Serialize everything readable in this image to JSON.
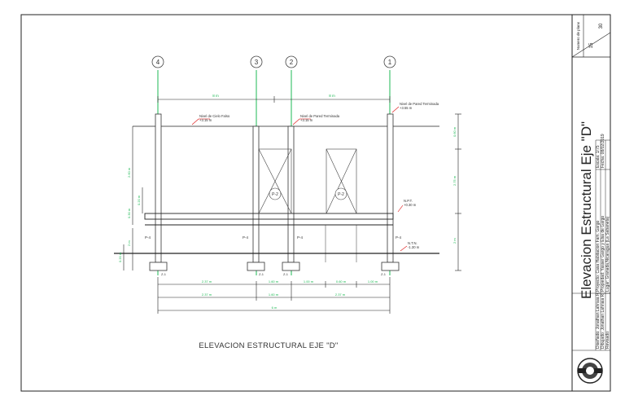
{
  "drawing": {
    "title": "ELEVACION ESTRUCTURAL EJE \"D\"",
    "axes": [
      "4",
      "3",
      "2",
      "1"
    ],
    "level_labels": [
      {
        "name": "Nivel de Cielo Falso",
        "value": "+3.15 m"
      },
      {
        "name": "Nivel de Pared Terminada",
        "value": "+3.15 m"
      },
      {
        "name": "Nivel de Pared Terminada",
        "value": "+3.55 m"
      },
      {
        "name": "N.P.T.",
        "value": "+0.30 m"
      },
      {
        "name": "N.T.N.",
        "value": "-1.30 m"
      }
    ],
    "column_labels": [
      "P-4",
      "P-4",
      "P-4",
      "P-4"
    ],
    "footing_labels": [
      "Z-1",
      "Z-1",
      "Z-1",
      "Z-1"
    ],
    "door_labels": [
      "P-2",
      "P-2"
    ],
    "top_dims": [
      "8 m",
      "8 m"
    ],
    "right_dims": [
      "0.60 m",
      "2.75 m",
      "2 m"
    ],
    "left_dims": [
      "2.60 m",
      "0.20 m",
      "0.30 m",
      "2 m",
      "0.20 m"
    ],
    "bottom_row1": [
      "2.37 m",
      "1.60 m",
      "1.00 m",
      "0.60 m",
      "1.00 m"
    ],
    "bottom_row2": [
      "2.37 m",
      "1.60 m",
      "2.37 m"
    ],
    "bottom_total": "6 m"
  },
  "title_block": {
    "sheet_number_label": "Numero de plano",
    "sheet_number": "15",
    "sheet_total": "30",
    "main_title": "Elevacion Estructural Eje \"D\"",
    "rows": [
      "Diseñado: Jonathan Lahriaia R.",
      "Dibujado: Jonathan Lahriaia R.",
      "Revisado:",
      "Proyecto: Casa Habitacion Fam. Gargo",
      "Propiedad: Yasser Gargo y Elsa de Gargo",
      "Lugar: Granada,Nicaragua (La Sabaneta)",
      "Escala: 1/75",
      "Fecha: 08/02/2019"
    ]
  }
}
